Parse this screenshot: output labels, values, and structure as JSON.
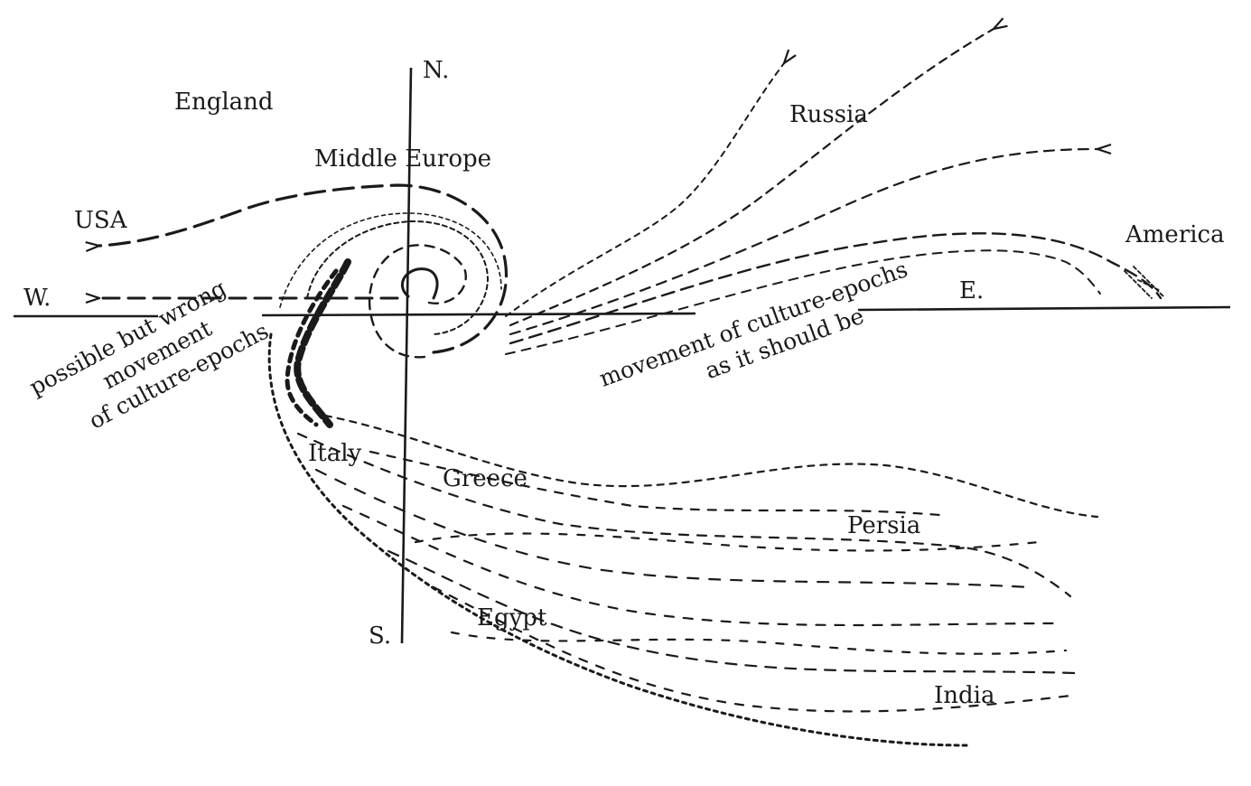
{
  "compass": {
    "north": "N.",
    "south": "S.",
    "west": "W.",
    "east": "E."
  },
  "places": {
    "england": "England",
    "middle_europe": "Middle Europe",
    "usa": "USA",
    "russia": "Russia",
    "america": "America",
    "italy": "Italy",
    "greece": "Greece",
    "egypt": "Egypt",
    "persia": "Persia",
    "india": "India"
  },
  "annotations": {
    "wrong_line1": "possible but wrong",
    "wrong_line2": "movement",
    "wrong_line3": "of culture-epochs",
    "right_line1": "movement of culture-epochs",
    "right_line2": "as it should be"
  },
  "colors": {
    "ink": "#1a1a1a",
    "paper": "#ffffff"
  }
}
